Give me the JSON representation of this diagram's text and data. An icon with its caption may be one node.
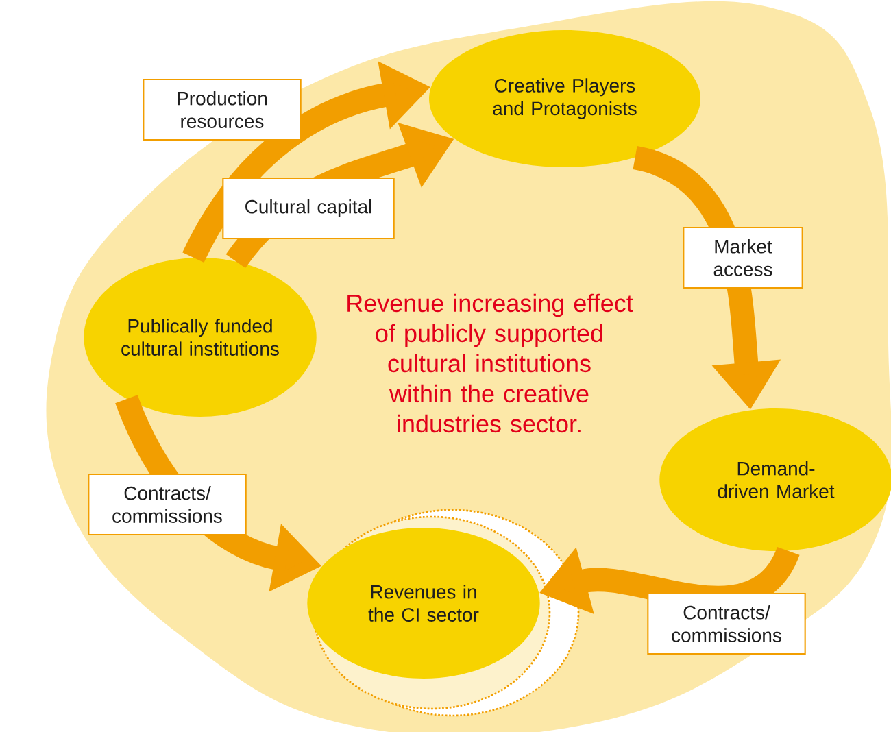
{
  "diagram": {
    "nodes": [
      {
        "text": [
          "Creative Players and Protagonists"
        ]
      },
      {
        "text": [
          "Publically funded cultural institutions"
        ]
      },
      {
        "text": [
          "Demand-driven Market"
        ]
      },
      {
        "text": [
          "Revenues in the CI sector"
        ]
      }
    ],
    "edges": [
      {
        "from": 1,
        "to": 0,
        "arrow": "to",
        "label": "Production resources"
      },
      {
        "from": 1,
        "to": 0,
        "arrow": "to",
        "label": "Cultural capital"
      },
      {
        "from": 0,
        "to": 2,
        "arrow": "to",
        "label": "Market access"
      },
      {
        "from": 2,
        "to": 3,
        "arrow": "to",
        "label": "Contracts/ commissions"
      },
      {
        "from": 1,
        "to": 3,
        "arrow": "to",
        "label": "Contracts/ commissions"
      }
    ],
    "labels": [
      "Revenue increasing effect of publicly supported cultural institutions within the creative industries sector."
    ]
  }
}
